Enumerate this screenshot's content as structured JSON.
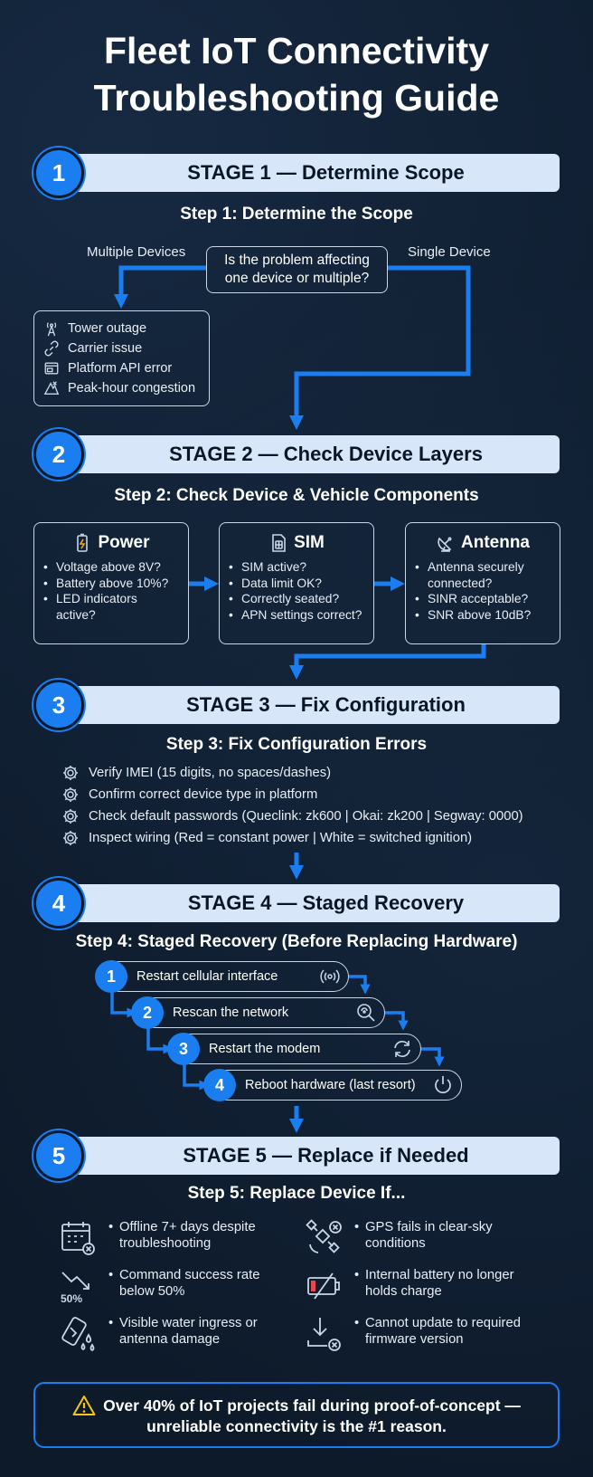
{
  "title": {
    "line1": "Fleet IoT Connectivity",
    "line2": "Troubleshooting Guide"
  },
  "stages": [
    {
      "number": "1",
      "label": "STAGE 1 — Determine Scope"
    },
    {
      "number": "2",
      "label": "STAGE 2 — Check Device Layers"
    },
    {
      "number": "3",
      "label": "STAGE 3 — Fix Configuration"
    },
    {
      "number": "4",
      "label": "STAGE 4 — Staged Recovery"
    },
    {
      "number": "5",
      "label": "STAGE 5 — Replace if Needed"
    }
  ],
  "step1": {
    "title": "Step 1: Determine the Scope",
    "question_line1": "Is the problem affecting",
    "question_line2": "one device or multiple?",
    "left_label": "Multiple Devices",
    "right_label": "Single Device",
    "causes": [
      "Tower outage",
      "Carrier issue",
      "Platform API error",
      "Peak-hour congestion"
    ],
    "cause_icons": [
      "tower-icon",
      "link-icon",
      "browser-window-icon",
      "congestion-icon"
    ]
  },
  "step2": {
    "title": "Step 2: Check Device & Vehicle Components",
    "layers": [
      {
        "name": "Power",
        "icon": "battery-icon",
        "items": [
          "Voltage above 8V?",
          "Battery above 10%?",
          "LED indicators active?"
        ]
      },
      {
        "name": "SIM",
        "icon": "sim-card-icon",
        "items": [
          "SIM active?",
          "Data limit OK?",
          "Correctly seated?",
          "APN settings correct?"
        ]
      },
      {
        "name": "Antenna",
        "icon": "satellite-dish-icon",
        "items": [
          "Antenna securely connected?",
          "SINR acceptable?",
          "SNR above 10dB?"
        ]
      }
    ]
  },
  "step3": {
    "title": "Step 3: Fix Configuration Errors",
    "items": [
      "Verify IMEI (15 digits, no spaces/dashes)",
      "Confirm correct device type in platform",
      "Check default passwords (Queclink: zk600 | Okai: zk200 | Segway: 0000)",
      "Inspect wiring (Red = constant power | White = switched ignition)"
    ]
  },
  "step4": {
    "title": "Step 4: Staged Recovery (Before Replacing Hardware)",
    "steps": [
      {
        "number": "1",
        "label": "Restart cellular interface",
        "icon": "signal-icon"
      },
      {
        "number": "2",
        "label": "Rescan the network",
        "icon": "search-network-icon"
      },
      {
        "number": "3",
        "label": "Restart the modem",
        "icon": "refresh-icon"
      },
      {
        "number": "4",
        "label": "Reboot hardware (last resort)",
        "icon": "power-icon"
      }
    ]
  },
  "step5": {
    "title": "Step 5: Replace Device If...",
    "conditions": [
      {
        "line1": "Offline 7+ days despite",
        "line2": "troubleshooting",
        "icon": "calendar-x-icon"
      },
      {
        "line1": "GPS fails in clear-sky",
        "line2": "conditions",
        "icon": "satellite-x-icon"
      },
      {
        "line1": "Command success rate",
        "line2": "below 50%",
        "icon": "trend-down-icon",
        "icon_text": "50%"
      },
      {
        "line1": "Internal battery no longer",
        "line2": "holds charge",
        "icon": "battery-dead-icon"
      },
      {
        "line1": "Visible water ingress or",
        "line2": "antenna damage",
        "icon": "water-damage-icon"
      },
      {
        "line1": "Cannot update to required",
        "line2": "firmware version",
        "icon": "download-x-icon"
      }
    ]
  },
  "callout": {
    "icon": "warning-icon",
    "line1": "Over 40% of IoT projects fail during proof-of-concept —",
    "line2": "unreliable connectivity is the #1 reason."
  },
  "colors": {
    "background": "#0d1a2a",
    "accent": "#1a7ef0",
    "stage_bar": "#d7e6f8",
    "outline": "#c9d6e6"
  }
}
